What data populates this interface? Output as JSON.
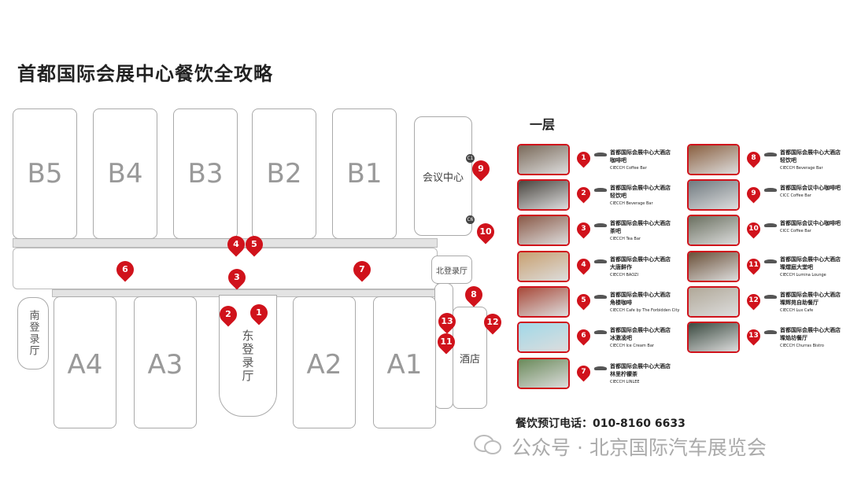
{
  "title": "首都国际会展中心餐饮全攻略",
  "map": {
    "halls_top": [
      "B5",
      "B4",
      "B3",
      "B2",
      "B1"
    ],
    "halls_bottom": [
      "A4",
      "A3",
      "A2",
      "A1"
    ],
    "meeting_center": "会议中心",
    "north_lobby": "北登录厅",
    "south_lobby": "南登录厅",
    "east_lobby": "东登录厅",
    "hotel": "酒店",
    "gates": [
      "C1",
      "C6"
    ],
    "pins": [
      "1",
      "2",
      "3",
      "4",
      "5",
      "6",
      "7",
      "8",
      "9",
      "10",
      "11",
      "12",
      "13"
    ]
  },
  "floor": "一层",
  "listings": [
    {
      "num": "1",
      "venue": "首都国际会展中心大酒店",
      "name": "咖啡吧",
      "en": "CIECCH Coffee Bar",
      "color": "#7a6a5a"
    },
    {
      "num": "2",
      "venue": "首都国际会展中心大酒店",
      "name": "轻饮吧",
      "en": "CIECCH Beverage Bar",
      "color": "#4a4640"
    },
    {
      "num": "3",
      "venue": "首都国际会展中心大酒店",
      "name": "茶吧",
      "en": "CIECCH Tea Bar",
      "color": "#8a5a48"
    },
    {
      "num": "4",
      "venue": "首都国际会展中心大酒店",
      "name": "大唐鲜作",
      "en": "CIECCH BAOZI",
      "color": "#c8a070"
    },
    {
      "num": "5",
      "venue": "首都国际会展中心大酒店",
      "name": "角楼咖啡",
      "en": "CIECCH Cafe by The Forbidden City",
      "color": "#a84a3a"
    },
    {
      "num": "6",
      "venue": "首都国际会展中心大酒店",
      "name": "冰激凌吧",
      "en": "CIECCH Ice Cream Bar",
      "color": "#a0d8e8"
    },
    {
      "num": "7",
      "venue": "首都国际会展中心大酒店",
      "name": "林里柠檬茶",
      "en": "CIECCH LINLEE",
      "color": "#6a8a5a"
    },
    {
      "num": "8",
      "venue": "首都国际会展中心大酒店",
      "name": "轻饮吧",
      "en": "CIECCH Beverage Bar",
      "color": "#8a6040"
    },
    {
      "num": "9",
      "venue": "首都国际会议中心咖啡吧",
      "name": "",
      "en": "CICC Coffee Bar",
      "color": "#707a80"
    },
    {
      "num": "10",
      "venue": "首都国际会议中心咖啡吧",
      "name": "",
      "en": "CICC Coffee Bar",
      "color": "#6a7060"
    },
    {
      "num": "11",
      "venue": "首都国际会展中心大酒店",
      "name": "璨熠庭大堂吧",
      "en": "CIECCH Lumina Lounge",
      "color": "#6a5038"
    },
    {
      "num": "12",
      "venue": "首都国际会展中心大酒店",
      "name": "璨辉苑自助餐厅",
      "en": "CIECCH Lux Cafe",
      "color": "#b0a898"
    },
    {
      "num": "13",
      "venue": "首都国际会展中心大酒店",
      "name": "璨焰坊餐厅",
      "en": "CIECCH Churras Bistro",
      "color": "#3a4a40"
    }
  ],
  "phone": "餐饮预订电话：010-8160 6633",
  "watermark": "公众号 · 北京国际汽车展览会",
  "colors": {
    "accent": "#d0121b"
  }
}
